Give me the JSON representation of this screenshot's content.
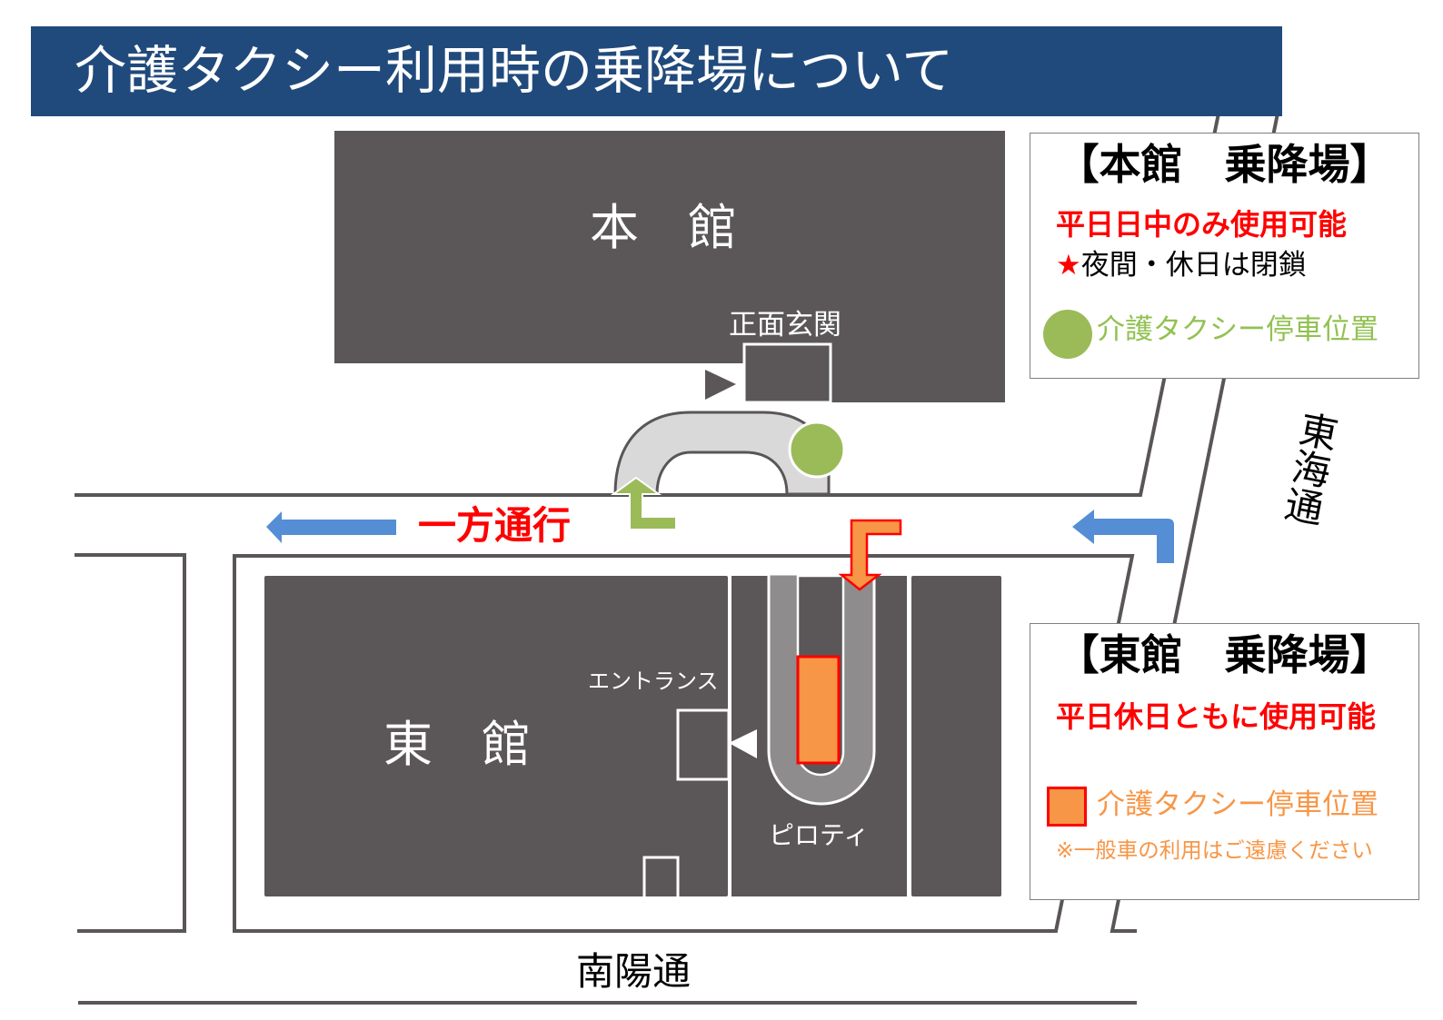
{
  "title": "介護タクシー利用時の乗降場について",
  "map": {
    "main_building_label": "本　館",
    "main_entrance_label": "正面玄関",
    "east_building_label": "東　館",
    "east_entrance_label": "エントランス",
    "piloti_label": "ピロティ",
    "one_way_label": "一方通行",
    "south_street_label": "南陽通",
    "east_street_label": "東海通",
    "icons": {
      "one_way_arrow": "arrow-left",
      "turn_arrow": "arrow-turn-left",
      "main_drive_entry_arrow": "arrow-up-bent",
      "east_drive_entry_arrow": "arrow-down-bent",
      "main_entrance_marker": "triangle-right",
      "east_entrance_marker": "triangle-left",
      "main_taxi_stop": "green-circle",
      "east_taxi_stop": "orange-square"
    }
  },
  "legend_main": {
    "title": "【本館　乗降場】",
    "availability": "平日日中のみ使用可能",
    "closure_star": "★",
    "closure_note": "夜間・休日は閉鎖",
    "marker_icon": "green-circle",
    "marker_label": "介護タクシー停車位置"
  },
  "legend_east": {
    "title": "【東館　乗降場】",
    "availability": "平日休日ともに使用可能",
    "marker_icon": "orange-square",
    "marker_label": "介護タクシー停車位置",
    "note": "※一般車の利用はご遠慮ください"
  },
  "colors": {
    "title-bar": "#214a7c",
    "building": "#5b5758",
    "road-line": "#5a5657",
    "drive": "#d9d9d9",
    "piloti-drive": "#8e8c8d",
    "main-stop": "#9bbb59",
    "main-stop-text": "#92c152",
    "east-stop": "#f79646",
    "alert": "#ff0000",
    "traffic-arrow": "#558ed5",
    "legend-border": "#7f7f7f"
  }
}
